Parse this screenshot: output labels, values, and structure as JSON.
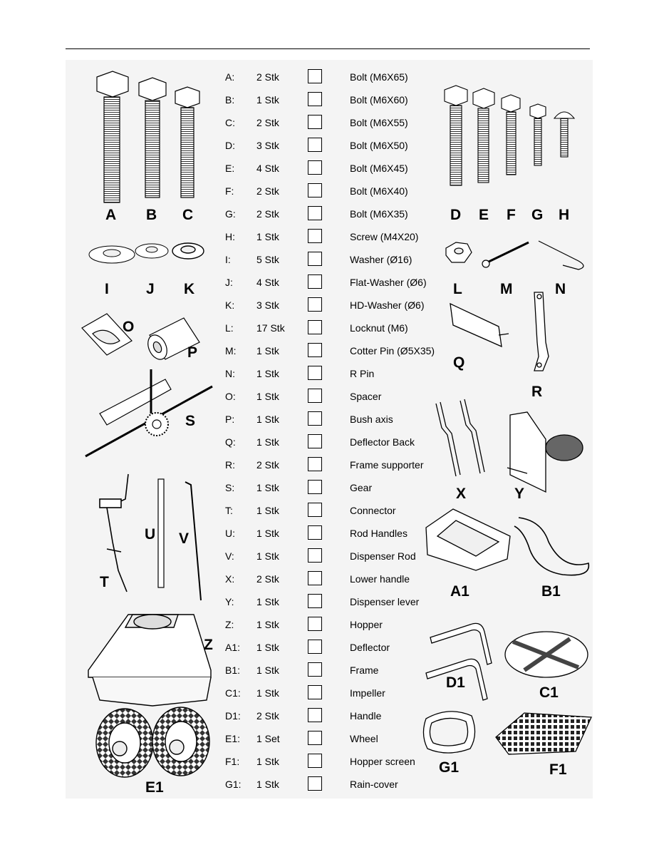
{
  "parts": [
    {
      "code": "A:",
      "qty": "2 Stk",
      "desc": "Bolt (M6X65)"
    },
    {
      "code": "B:",
      "qty": "1 Stk",
      "desc": "Bolt (M6X60)"
    },
    {
      "code": "C:",
      "qty": "2 Stk",
      "desc": "Bolt (M6X55)"
    },
    {
      "code": "D:",
      "qty": "3 Stk",
      "desc": "Bolt (M6X50)"
    },
    {
      "code": "E:",
      "qty": "4 Stk",
      "desc": "Bolt (M6X45)"
    },
    {
      "code": "F:",
      "qty": "2 Stk",
      "desc": "Bolt (M6X40)"
    },
    {
      "code": "G:",
      "qty": "2 Stk",
      "desc": "Bolt (M6X35)"
    },
    {
      "code": "H:",
      "qty": "1 Stk",
      "desc": "Screw (M4X20)"
    },
    {
      "code": "I:",
      "qty": "5 Stk",
      "desc": "Washer (Ø16)"
    },
    {
      "code": "J:",
      "qty": "4 Stk",
      "desc": "Flat-Washer (Ø6)"
    },
    {
      "code": "K:",
      "qty": "3 Stk",
      "desc": "HD-Washer (Ø6)"
    },
    {
      "code": "L:",
      "qty": "17 Stk",
      "desc": "Locknut (M6)"
    },
    {
      "code": "M:",
      "qty": "1 Stk",
      "desc": "Cotter Pin (Ø5X35)"
    },
    {
      "code": "N:",
      "qty": "1 Stk",
      "desc": "R Pin"
    },
    {
      "code": "O:",
      "qty": "1 Stk",
      "desc": "Spacer"
    },
    {
      "code": "P:",
      "qty": "1 Stk",
      "desc": "Bush axis"
    },
    {
      "code": "Q:",
      "qty": "1 Stk",
      "desc": "Deflector Back"
    },
    {
      "code": "R:",
      "qty": "2 Stk",
      "desc": "Frame supporter"
    },
    {
      "code": "S:",
      "qty": "1 Stk",
      "desc": "Gear"
    },
    {
      "code": "T:",
      "qty": "1 Stk",
      "desc": "Connector"
    },
    {
      "code": "U:",
      "qty": "1 Stk",
      "desc": "Rod Handles"
    },
    {
      "code": "V:",
      "qty": "1 Stk",
      "desc": "Dispenser Rod"
    },
    {
      "code": "X:",
      "qty": "2 Stk",
      "desc": "Lower handle"
    },
    {
      "code": "Y:",
      "qty": "1 Stk",
      "desc": "Dispenser lever"
    },
    {
      "code": "Z:",
      "qty": "1 Stk",
      "desc": "Hopper"
    },
    {
      "code": "A1:",
      "qty": "1 Stk",
      "desc": "Deflector"
    },
    {
      "code": "B1:",
      "qty": "1 Stk",
      "desc": "Frame"
    },
    {
      "code": "C1:",
      "qty": "1 Stk",
      "desc": "Impeller"
    },
    {
      "code": "D1:",
      "qty": "2 Stk",
      "desc": "Handle"
    },
    {
      "code": "E1:",
      "qty": "1 Set",
      "desc": "Wheel"
    },
    {
      "code": "F1:",
      "qty": "1 Stk",
      "desc": "Hopper screen"
    },
    {
      "code": "G1:",
      "qty": "1 Stk",
      "desc": "Rain-cover"
    }
  ],
  "labels": {
    "A": "A",
    "B": "B",
    "C": "C",
    "D": "D",
    "E": "E",
    "F": "F",
    "G": "G",
    "H": "H",
    "I": "I",
    "J": "J",
    "K": "K",
    "L": "L",
    "M": "M",
    "N": "N",
    "O": "O",
    "P": "P",
    "Q": "Q",
    "R": "R",
    "S": "S",
    "T": "T",
    "U": "U",
    "V": "V",
    "X": "X",
    "Y": "Y",
    "Z": "Z",
    "A1": "A1",
    "B1": "B1",
    "C1": "C1",
    "D1": "D1",
    "E1": "E1",
    "F1": "F1",
    "G1": "G1"
  }
}
